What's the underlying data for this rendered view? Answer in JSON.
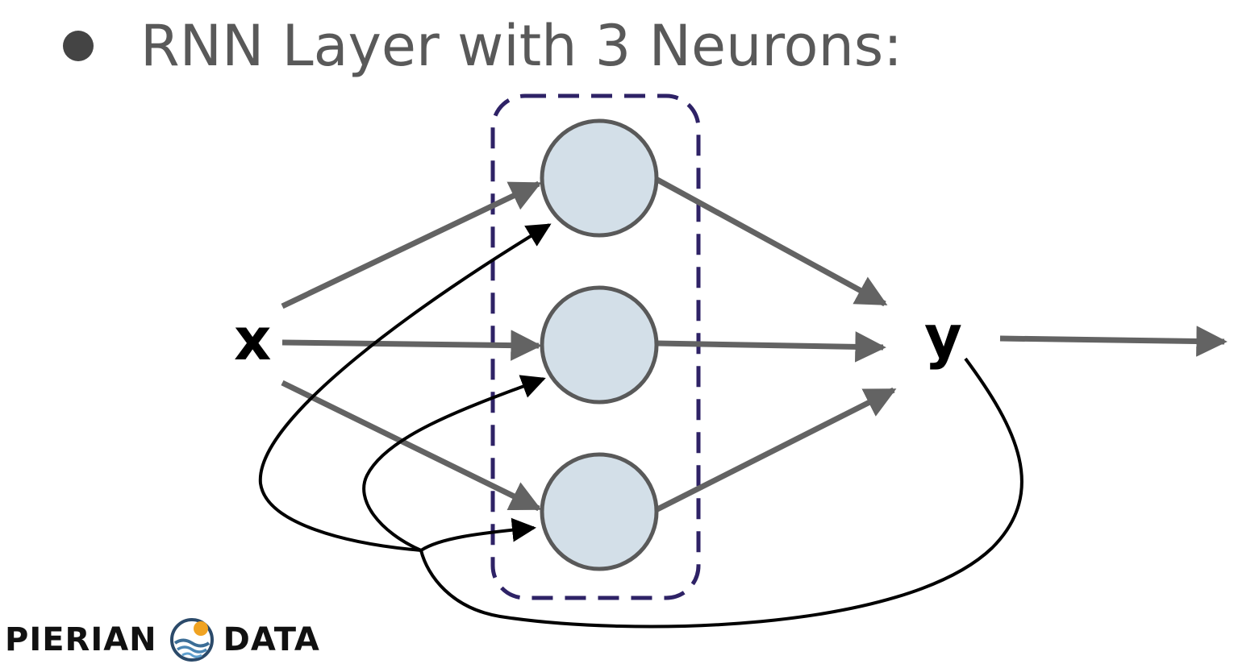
{
  "slide": {
    "bullet_text": "RNN Layer with 3 Neurons:"
  },
  "diagram": {
    "input_label": "x",
    "output_label": "y",
    "neuron_count": 3,
    "colors": {
      "neuron_fill": "#d3dfe8",
      "neuron_stroke": "#595959",
      "forward_arrow": "#636363",
      "recurrent_arrow": "#000000",
      "layer_box": "#2e2266"
    }
  },
  "logo": {
    "left_text": "PIERIAN",
    "right_text": "DATA",
    "icon": "pierian-data-logo-icon"
  }
}
